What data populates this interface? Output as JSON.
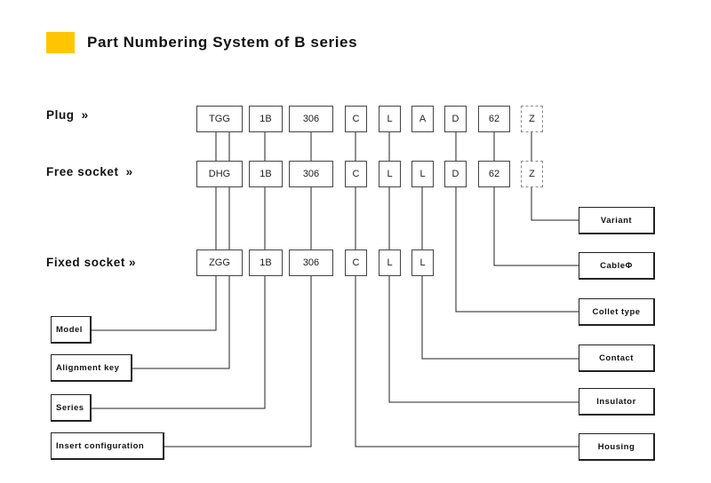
{
  "title": "Part Numbering System of B series",
  "accent_color": "#FFC600",
  "rows": [
    {
      "label": "Plug",
      "arrow": "»",
      "codes": [
        "TGG",
        "1B",
        "306",
        "C",
        "L",
        "A",
        "D",
        "62",
        "Z"
      ]
    },
    {
      "label": "Free socket",
      "arrow": "»",
      "codes": [
        "DHG",
        "1B",
        "306",
        "C",
        "L",
        "L",
        "D",
        "62",
        "Z"
      ]
    },
    {
      "label": "Fixed socket",
      "arrow": "»",
      "codes": [
        "ZGG",
        "1B",
        "306",
        "C",
        "L",
        "L"
      ]
    }
  ],
  "left_labels": [
    "Model",
    "Alignment key",
    "Series",
    "Insert configuration"
  ],
  "right_labels": [
    "Variant",
    "CableΦ",
    "Collet type",
    "Contact",
    "Insulator",
    "Housing"
  ]
}
